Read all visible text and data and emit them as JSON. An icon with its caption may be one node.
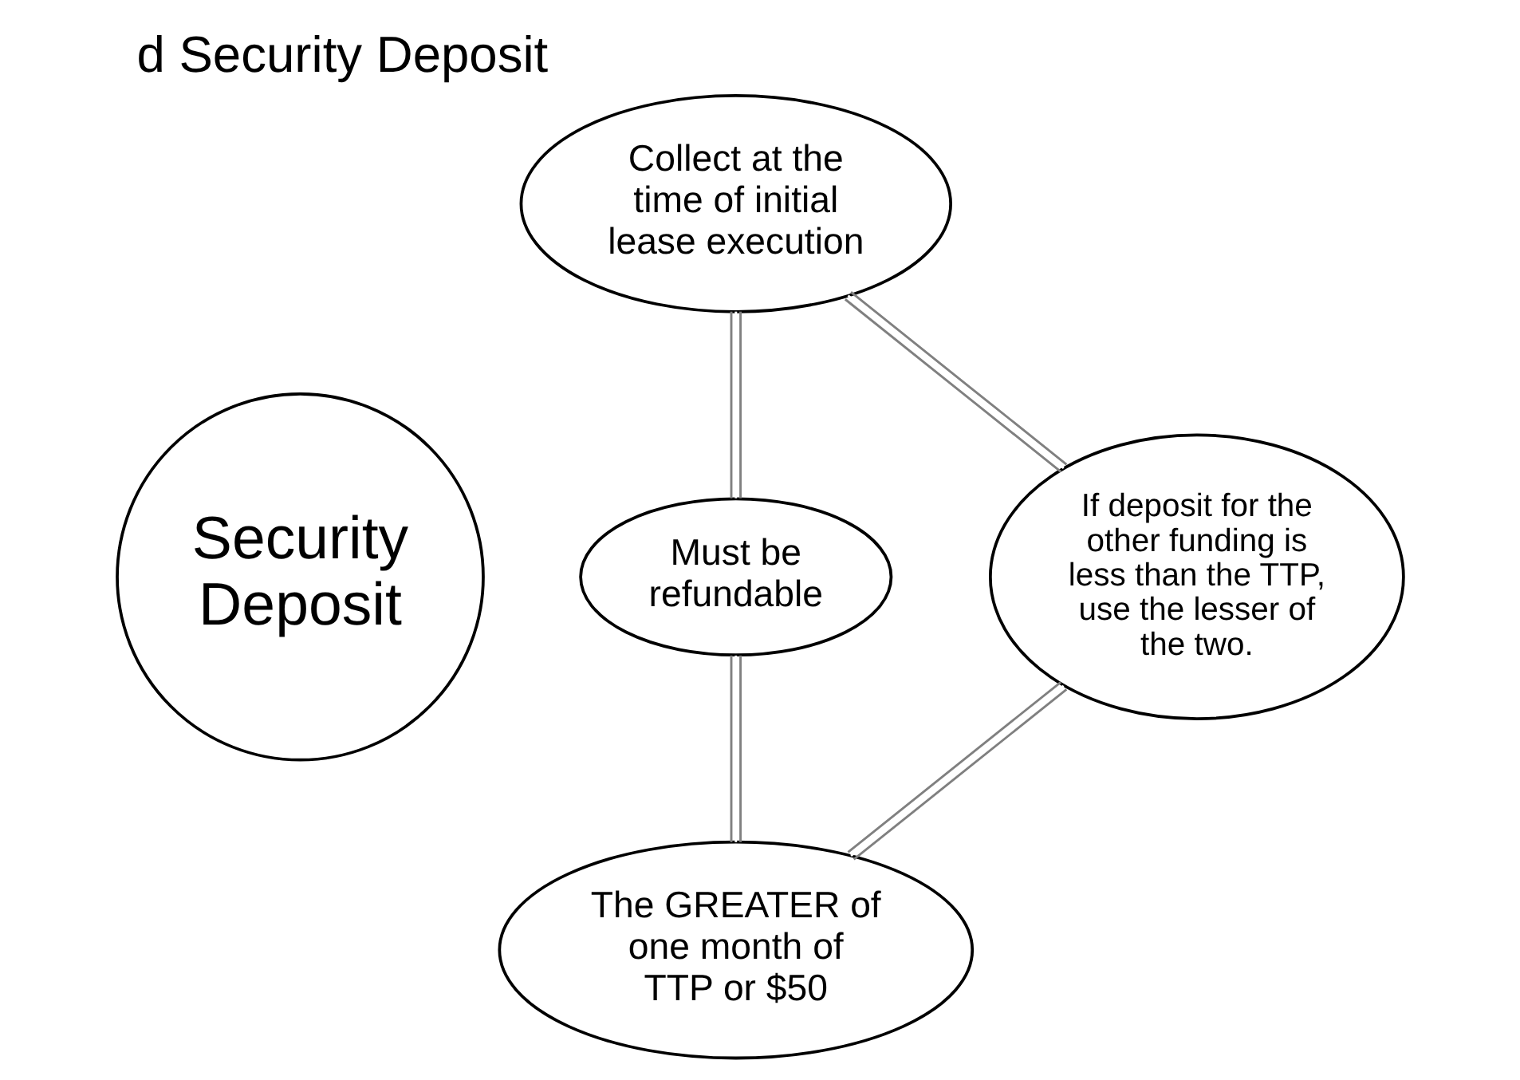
{
  "diagram": {
    "title": "d Security Deposit",
    "nodes": [
      {
        "text": [
          "Collect at the time of initial lease execution"
        ]
      },
      {
        "text": [
          "If deposit for the other funding is less than the TTP, use the lesser of the two."
        ]
      },
      {
        "text": [
          "Security Deposit"
        ]
      },
      {
        "text": [
          "Must be refundable"
        ]
      },
      {
        "text": [
          "The GREATER of one month of TTP or $50"
        ]
      }
    ],
    "edges": [
      {
        "from": 0,
        "to": 3,
        "arrow": "none"
      },
      {
        "from": 3,
        "to": 4,
        "arrow": "none"
      },
      {
        "from": 4,
        "to": 1,
        "arrow": "none"
      },
      {
        "from": 1,
        "to": 0,
        "arrow": "none"
      }
    ]
  }
}
